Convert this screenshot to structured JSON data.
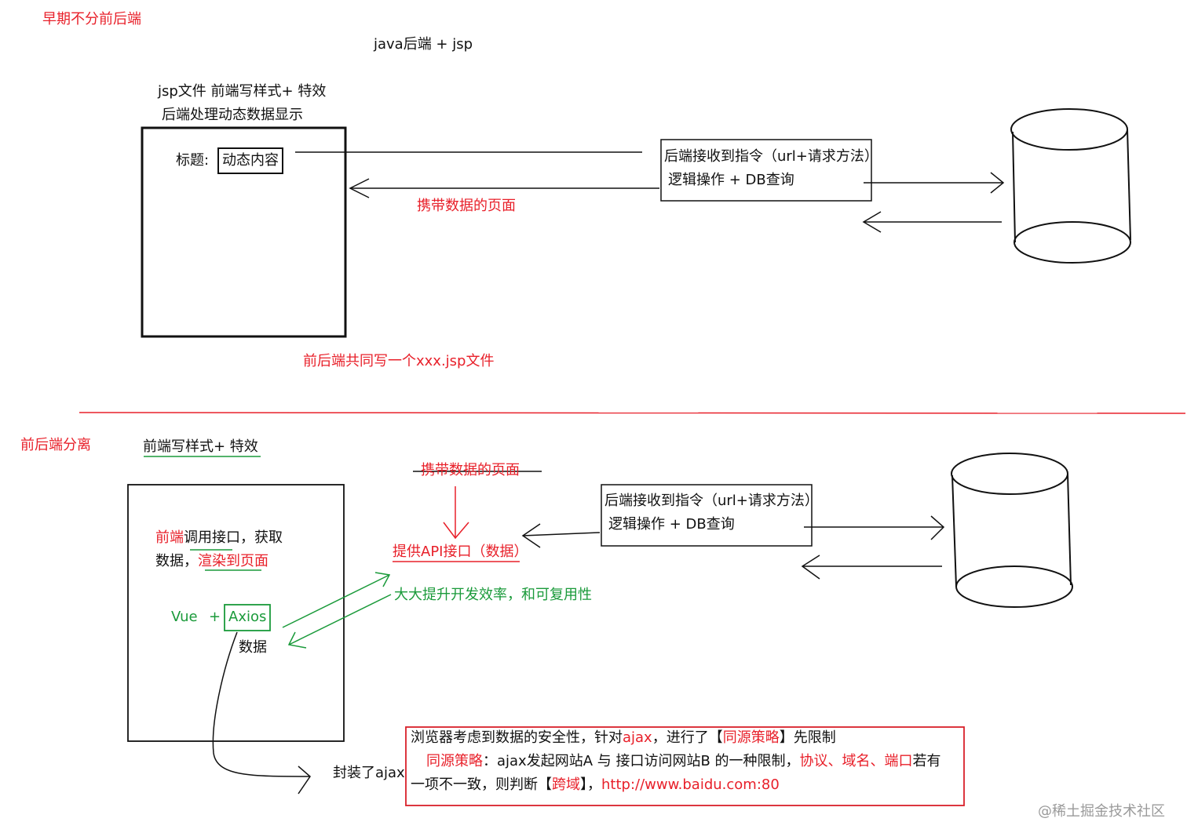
{
  "section1": {
    "heading": "早期不分前后端",
    "top_label": "java后端 + jsp",
    "jsp_line1": "jsp文件  前端写样式+ 特效",
    "jsp_line2": "后端处理动态数据显示",
    "title_label": "标题:",
    "dynamic_content": "动态内容",
    "server_line1": "后端接收到指令（url+请求方法）",
    "server_line2": "逻辑操作 + DB查询",
    "return_label": "携带数据的页面",
    "caption": "前后端共同写一个xxx.jsp文件"
  },
  "section2": {
    "heading": "前后端分离",
    "frontend_label": "前端写样式+ 特效",
    "box_line1_red": "前端",
    "box_line1_rest": "调用接口，获取",
    "box_line2_black": "数据，",
    "box_line2_red": "渲染到页面",
    "vue": "Vue",
    "plus": "+",
    "axios": "Axios",
    "data_label": "数据",
    "struck_label": "携带数据的页面",
    "api_label": "提供API接口（数据）",
    "efficiency": "大大提升开发效率，和可复用性",
    "server_line1": "后端接收到指令（url+请求方法）",
    "server_line2": "逻辑操作 + DB查询",
    "wrap_ajax": "封装了ajax",
    "note": {
      "l1_a": "浏览器考虑到数据的安全性，针对",
      "l1_b": "ajax",
      "l1_c": "，进行了【",
      "l1_d": "同源策略",
      "l1_e": "】先限制",
      "l2_a": "同源策略",
      "l2_b": "：ajax发起网站A  与  接口访问网站B  的一种限制，",
      "l2_c": "协议、域名、端口",
      "l2_d": "若有",
      "l3_a": "一项不一致，则判断【",
      "l3_b": "跨域",
      "l3_c": "】，",
      "l3_d": "http://www.baidu.com:80"
    }
  },
  "watermark": "@稀土掘金技术社区",
  "colors": {
    "red": "#e8202a",
    "green": "#1a9a3a",
    "black": "#111111"
  }
}
